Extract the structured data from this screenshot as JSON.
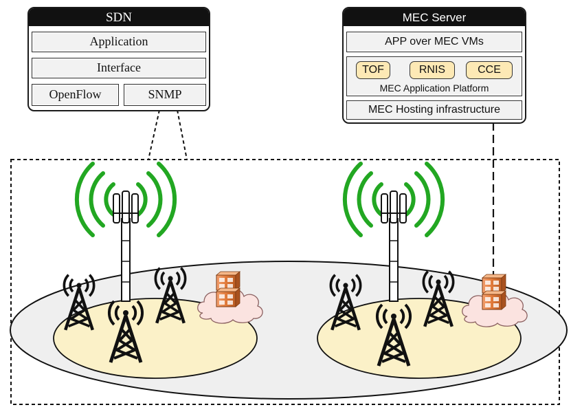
{
  "sdn": {
    "title": "SDN",
    "layers": {
      "application": "Application",
      "interface": "Interface",
      "openflow": "OpenFlow",
      "snmp": "SNMP"
    }
  },
  "mec": {
    "title": "MEC Server",
    "app_layer": "APP over MEC VMs",
    "services": [
      "TOF",
      "RNIS",
      "CCE"
    ],
    "platform": "MEC Application Platform",
    "hosting": "MEC Hosting infrastructure"
  },
  "colors": {
    "signal": "#22a722",
    "outer_ellipse": "#efefef",
    "cell_ellipse": "#fbf1c8",
    "chip_fill": "#fde9b5",
    "server_orange": "#e07a3a",
    "cloud": "#fbe3e0",
    "tower": "#1a1a1a"
  },
  "icons": {
    "macro_tower": "cell-tower-icon",
    "small_cell": "antenna-tower-icon",
    "server": "server-stack-icon",
    "cloud": "cloud-icon",
    "signal": "wireless-signal-icon"
  }
}
